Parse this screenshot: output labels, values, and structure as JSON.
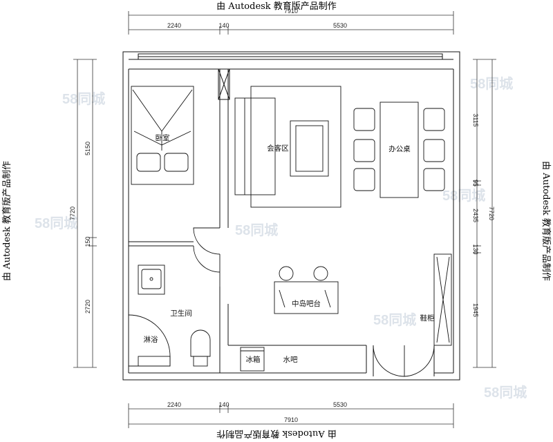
{
  "banners": {
    "top": "由 Autodesk 教育版产品制作",
    "bottom": "由 Autodesk 教育版产品制作",
    "left": "由 Autodesk 教育版产品制作",
    "right": "由 Autodesk 教育版产品制作"
  },
  "dimensions": {
    "top_total": "7910",
    "top_segments": [
      "2240",
      "140",
      "5530"
    ],
    "bottom_total": "7910",
    "bottom_segments": [
      "2240",
      "140",
      "5530"
    ],
    "left_total": "7720",
    "left_segments": [
      "5150",
      "150",
      "2720"
    ],
    "right_total": "7720",
    "right_segments": [
      "3115",
      "95",
      "2435",
      "130",
      "1945"
    ]
  },
  "rooms": {
    "bedroom": "卧室",
    "lounge": "会客区",
    "office_desk": "办公桌",
    "bathroom": "卫生间",
    "shower": "淋浴",
    "island_bar": "中岛吧台",
    "shoe_cabinet": "鞋柜",
    "fridge": "冰箱",
    "sink": "水吧"
  },
  "watermark": "58同城"
}
